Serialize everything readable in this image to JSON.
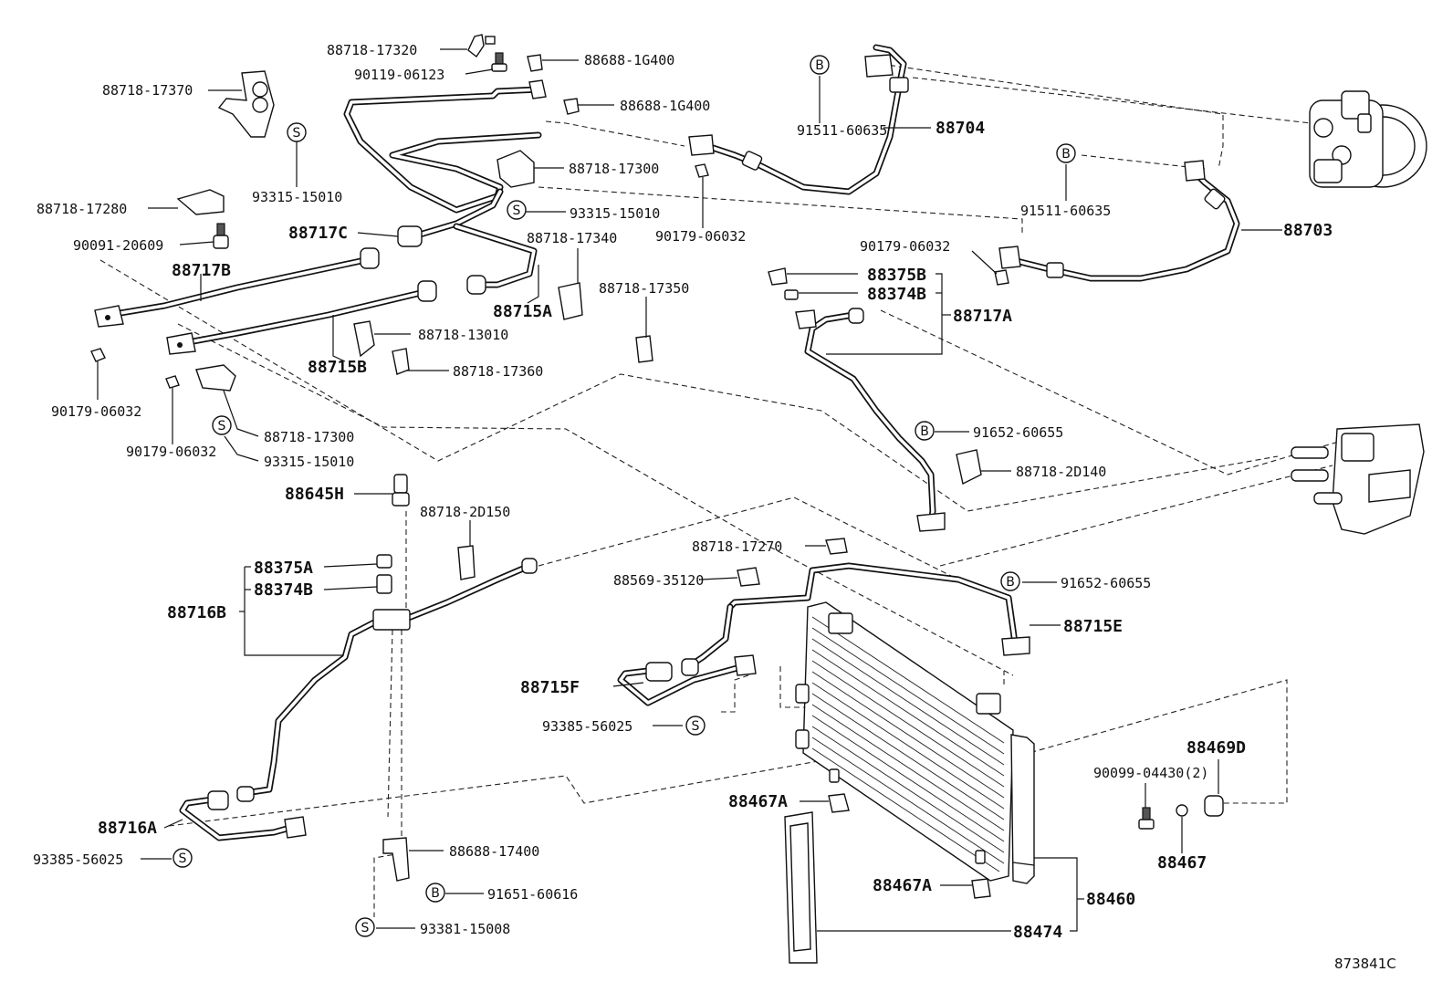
{
  "diagram_code": "873841C",
  "symbols": {
    "S": "S",
    "B": "B"
  },
  "labels": [
    "88718-17320",
    "90119-06123",
    "88688-1G400",
    "88718-17370",
    "88688-1G400",
    "93315-15010",
    "88718-17300",
    "88718-17280",
    "93315-15010",
    "90091-20609",
    "88717C",
    "88717B",
    "88718-17340",
    "88715A",
    "88718-17350",
    "88718-13010",
    "88715B",
    "88718-17360",
    "90179-06032",
    "88718-17300",
    "90179-06032",
    "93315-15010",
    "91511-60635",
    "88704",
    "90179-06032",
    "91511-60635",
    "88703",
    "90179-06032",
    "88375B",
    "88374B",
    "88717A",
    "91652-60655",
    "88718-2D140",
    "88645H",
    "88718-2D150",
    "88375A",
    "88374B",
    "88716B",
    "88718-17270",
    "88569-35120",
    "91652-60655",
    "88715E",
    "88715F",
    "93385-56025",
    "88469D",
    "90099-04430(2)",
    "88467A",
    "88467",
    "88716A",
    "93385-56025",
    "88688-17400",
    "91651-60616",
    "88467A",
    "88460",
    "93381-15008",
    "88474"
  ]
}
